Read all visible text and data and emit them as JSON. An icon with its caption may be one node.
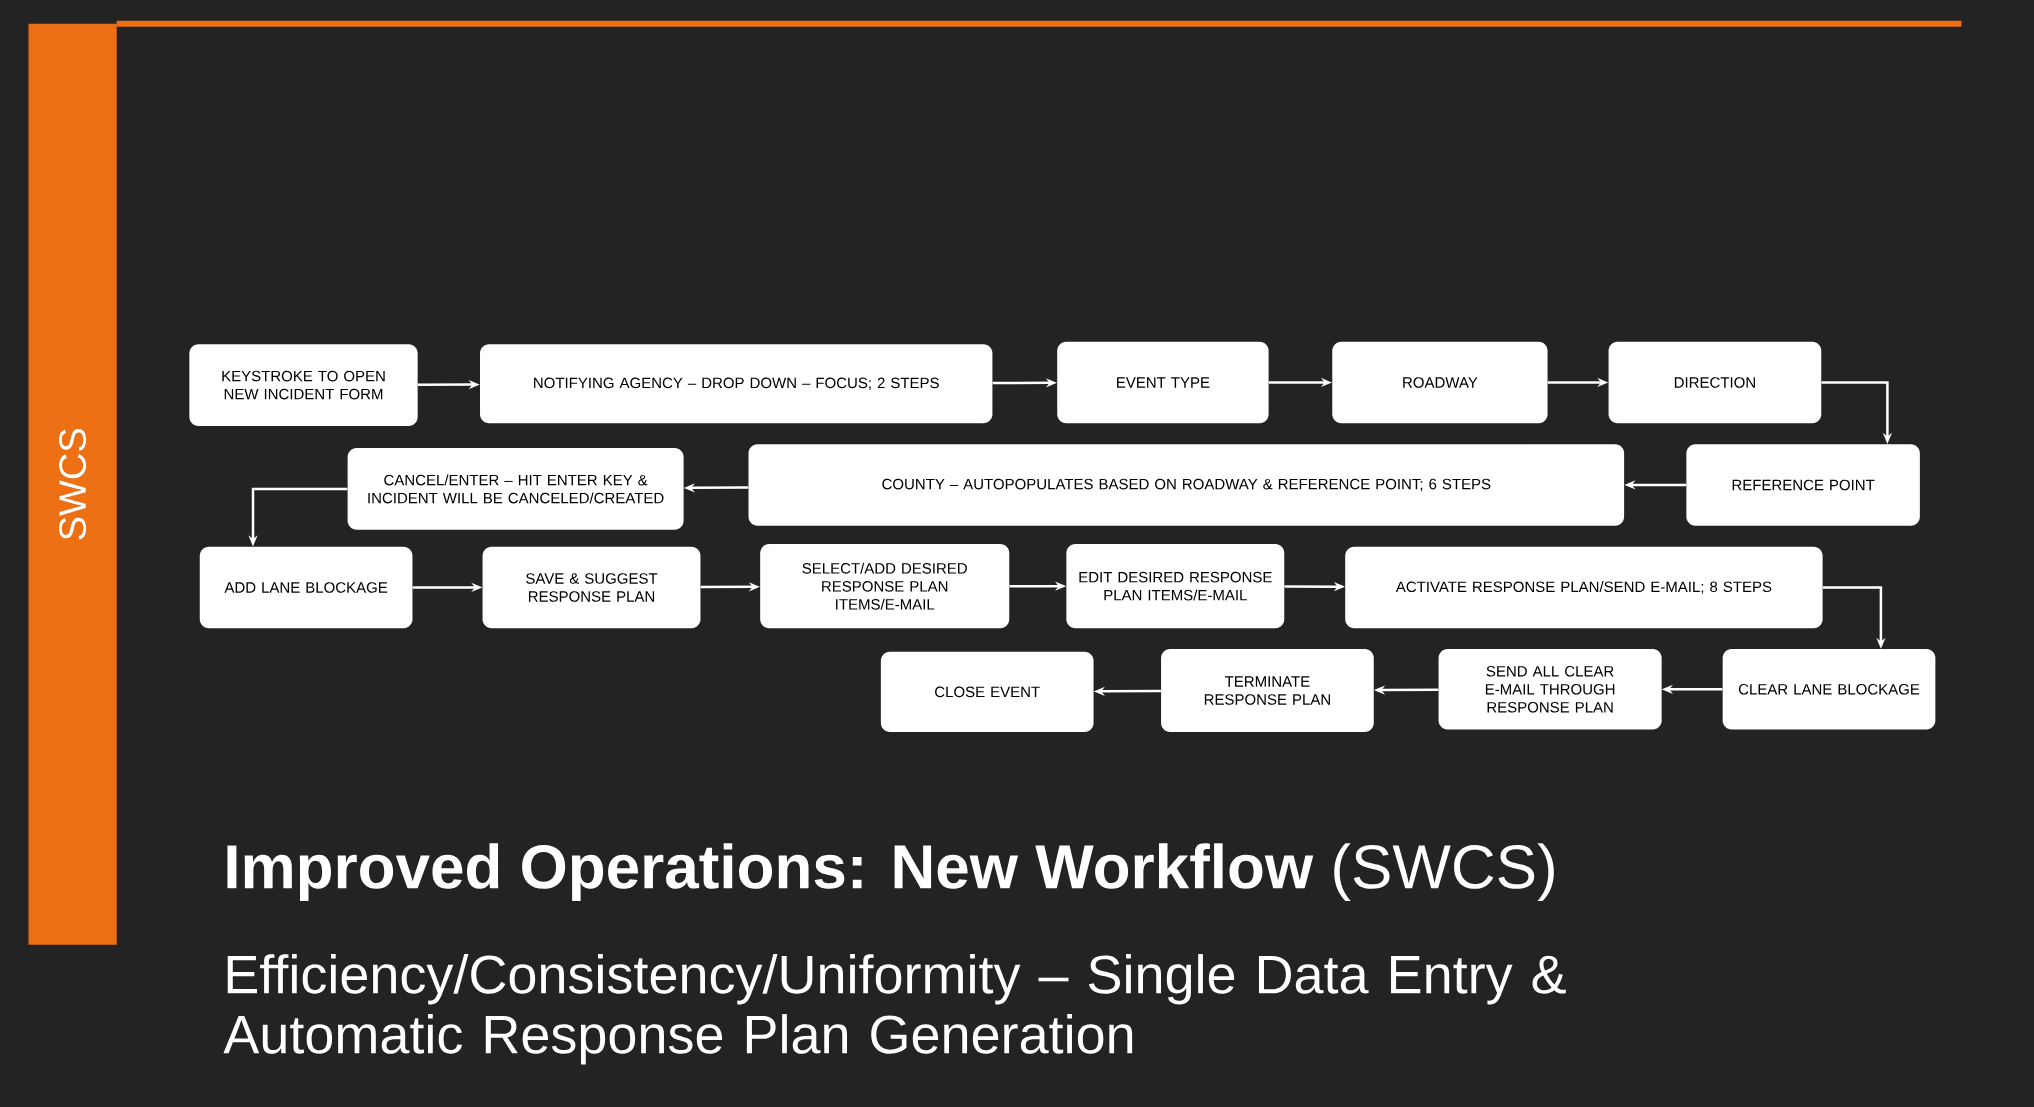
{
  "diagram": {
    "title": "**Improved Operations: New Workflow** (SWCS)",
    "caption": "Efficiency/Consistency/Uniformity – Single Data Entry & Automatic Response Plan Generation",
    "nodes": [
      {
        "text": [
          "SWCS"
        ]
      },
      {
        "text": [
          "KEYSTROKE TO OPEN NEW INCIDENT FORM"
        ]
      },
      {
        "text": [
          "NOTIFYING AGENCY – DROP DOWN – FOCUS; 2 STEPS"
        ]
      },
      {
        "text": [
          "EVENT TYPE"
        ]
      },
      {
        "text": [
          "ROADWAY"
        ]
      },
      {
        "text": [
          "DIRECTION"
        ]
      },
      {
        "text": [
          "REFERENCE POINT"
        ]
      },
      {
        "text": [
          "COUNTY – AUTOPOPULATES BASED ON ROADWAY & REFERENCE POINT; 6 STEPS"
        ]
      },
      {
        "text": [
          "CANCEL/ENTER – HIT ENTER KEY & INCIDENT WILL BE CANCELED/CREATED"
        ]
      },
      {
        "text": [
          "ADD LANE BLOCKAGE"
        ]
      },
      {
        "text": [
          "SAVE & SUGGEST RESPONSE PLAN"
        ]
      },
      {
        "text": [
          "SELECT/ADD DESIRED RESPONSE PLAN ITEMS/E-MAIL"
        ]
      },
      {
        "text": [
          "EDIT DESIRED RESPONSE PLAN ITEMS/E-MAIL"
        ]
      },
      {
        "text": [
          "ACTIVATE RESPONSE PLAN/SEND E-MAIL; 8 STEPS"
        ]
      },
      {
        "text": [
          "CLEAR LANE BLOCKAGE"
        ]
      },
      {
        "text": [
          "SEND ALL CLEAR E-MAIL THROUGH RESPONSE PLAN"
        ]
      },
      {
        "text": [
          "TERMINATE RESPONSE PLAN"
        ]
      },
      {
        "text": [
          "CLOSE EVENT"
        ]
      }
    ],
    "edges": [
      {
        "from": 1,
        "to": 2,
        "arrow": "to"
      },
      {
        "from": 2,
        "to": 3,
        "arrow": "to"
      },
      {
        "from": 3,
        "to": 4,
        "arrow": "to"
      },
      {
        "from": 4,
        "to": 5,
        "arrow": "to"
      },
      {
        "from": 5,
        "to": 6,
        "arrow": "to"
      },
      {
        "from": 6,
        "to": 7,
        "arrow": "to"
      },
      {
        "from": 7,
        "to": 8,
        "arrow": "to"
      },
      {
        "from": 8,
        "to": 9,
        "arrow": "to"
      },
      {
        "from": 9,
        "to": 10,
        "arrow": "to"
      },
      {
        "from": 10,
        "to": 11,
        "arrow": "to"
      },
      {
        "from": 11,
        "to": 12,
        "arrow": "to"
      },
      {
        "from": 12,
        "to": 13,
        "arrow": "to"
      },
      {
        "from": 13,
        "to": 14,
        "arrow": "to"
      },
      {
        "from": 14,
        "to": 15,
        "arrow": "to"
      },
      {
        "from": 15,
        "to": 16,
        "arrow": "to"
      },
      {
        "from": 16,
        "to": 17,
        "arrow": "to"
      }
    ]
  }
}
